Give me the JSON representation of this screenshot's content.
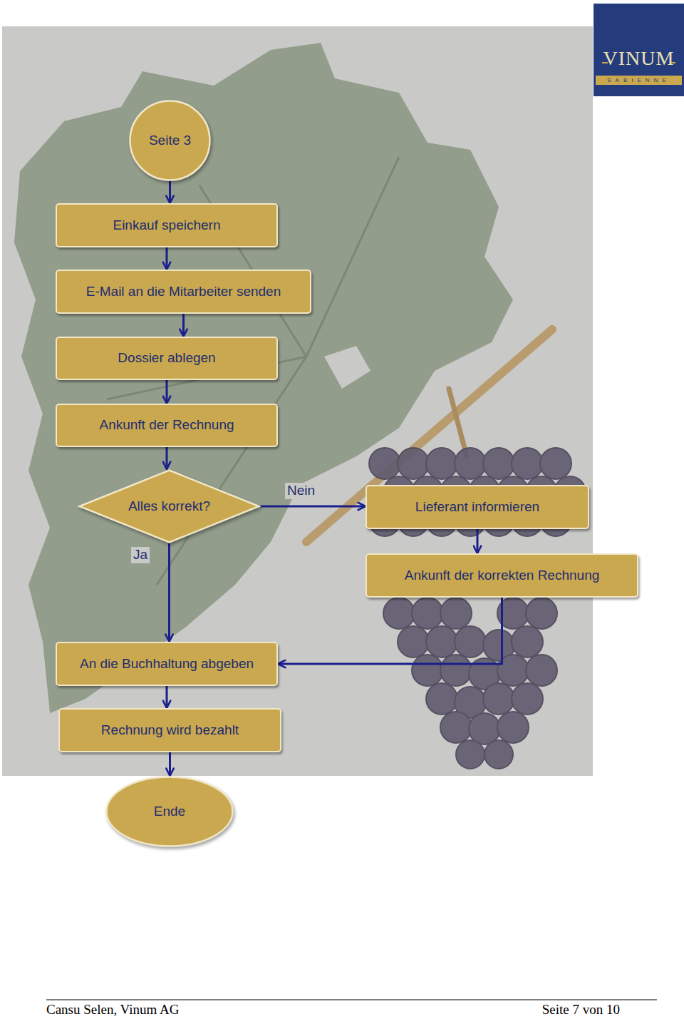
{
  "diagram": {
    "nodes": [
      {
        "text": [
          "Seite 3"
        ]
      },
      {
        "text": [
          "Einkauf speichern"
        ]
      },
      {
        "text": [
          "E-Mail an die Mitarbeiter senden"
        ]
      },
      {
        "text": [
          "Dossier ablegen"
        ]
      },
      {
        "text": [
          "Ankunft der Rechnung"
        ]
      },
      {
        "text": [
          "Alles korrekt?"
        ]
      },
      {
        "text": [
          "Lieferant informieren"
        ]
      },
      {
        "text": [
          "Ankunft der korrekten Rechnung"
        ]
      },
      {
        "text": [
          "An die Buchhaltung abgeben"
        ]
      },
      {
        "text": [
          "Rechnung wird bezahlt"
        ]
      },
      {
        "text": [
          "Ende"
        ]
      }
    ],
    "edges": [
      {
        "from": 0,
        "to": 1,
        "arrow": "to"
      },
      {
        "from": 1,
        "to": 2,
        "arrow": "to"
      },
      {
        "from": 2,
        "to": 3,
        "arrow": "to"
      },
      {
        "from": 3,
        "to": 4,
        "arrow": "to"
      },
      {
        "from": 4,
        "to": 5,
        "arrow": "to"
      },
      {
        "from": 5,
        "to": 6,
        "label": "Nein",
        "arrow": "to"
      },
      {
        "from": 6,
        "to": 7,
        "arrow": "to"
      },
      {
        "from": 5,
        "to": 8,
        "label": "Ja",
        "arrow": "to"
      },
      {
        "from": 7,
        "to": 8,
        "arrow": "to"
      },
      {
        "from": 8,
        "to": 9,
        "arrow": "to"
      },
      {
        "from": 9,
        "to": 10,
        "arrow": "to"
      }
    ],
    "labels": [
      "VINUM",
      "SABIENNE",
      "Cansu Selen, Vinum AG",
      "Seite 7 von 10"
    ]
  }
}
